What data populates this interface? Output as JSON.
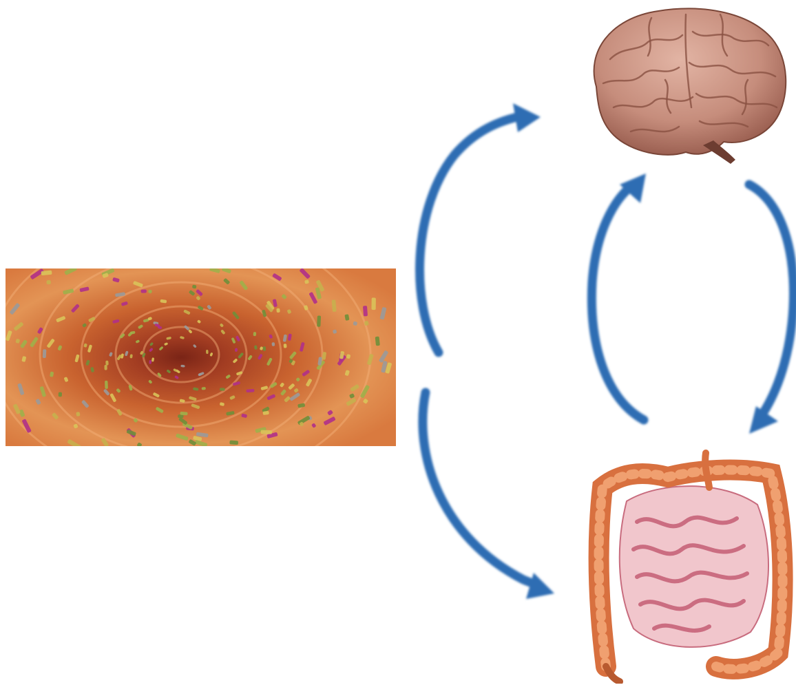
{
  "diagram": {
    "nodes": [
      {
        "id": "microbiota",
        "icon": "gut-microbiota-illustration"
      },
      {
        "id": "brain",
        "icon": "brain-illustration"
      },
      {
        "id": "gut",
        "icon": "intestines-illustration"
      }
    ],
    "edges": [
      {
        "from": "microbiota",
        "to": "brain"
      },
      {
        "from": "microbiota",
        "to": "gut"
      },
      {
        "from": "gut",
        "to": "brain"
      },
      {
        "from": "brain",
        "to": "gut"
      }
    ]
  },
  "colors": {
    "arrow": "#2f6db3",
    "background": "#ffffff",
    "lumen_dark": "#8e2e1c",
    "lumen_mid": "#c55a2a",
    "lumen_light": "#e79a5c",
    "brain_base": "#c98f7f",
    "brain_fold": "#8a5142",
    "colon": "#e07d4e",
    "small_intestine": "#e8a7b2"
  }
}
